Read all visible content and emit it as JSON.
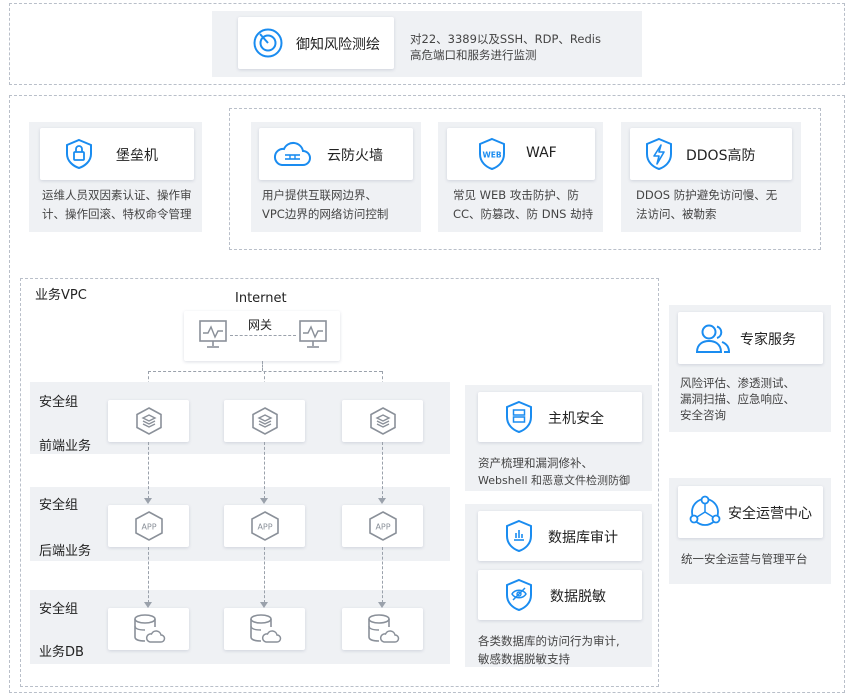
{
  "top": {
    "title": "御知风险测绘",
    "desc_lines": [
      "对22、3389以及SSH、RDP、Redis",
      "高危端口和服务进行监测"
    ]
  },
  "bastion": {
    "title": "堡垒机",
    "desc_lines": [
      "运维人员双因素认证、操作审",
      "计、操作回滚、特权命令管理"
    ]
  },
  "firewall": {
    "title": "云防火墙",
    "desc_lines": [
      "用户提供互联网边界、",
      "VPC边界的网络访问控制"
    ]
  },
  "waf": {
    "title": "WAF",
    "icon_text": "WEB",
    "desc_lines": [
      "常见 WEB 攻击防护、防",
      "CC、防篡改、防 DNS 劫持"
    ]
  },
  "ddos": {
    "title": "DDOS高防",
    "desc_lines": [
      "DDOS 防护避免访问慢、无",
      "法访问、被勒索"
    ]
  },
  "vpc": {
    "title": "业务VPC",
    "internet": "Internet",
    "gateway": "网关",
    "rows": [
      {
        "label1": "安全组",
        "label2": "前端业务"
      },
      {
        "label1": "安全组",
        "label2": "后端业务"
      },
      {
        "label1": "安全组",
        "label2": "业务DB"
      }
    ],
    "app_text": "APP"
  },
  "host": {
    "title": "主机安全",
    "desc_lines": [
      "资产梳理和漏洞修补、",
      "Webshell 和恶意文件检测防御"
    ]
  },
  "db": {
    "audit_title": "数据库审计",
    "mask_title": "数据脱敏",
    "desc_lines": [
      "各类数据库的访问行为审计,",
      "敏感数据脱敏支持"
    ]
  },
  "expert": {
    "title": "专家服务",
    "desc_lines": [
      "风险评估、渗透测试、",
      "漏洞扫描、应急响应、",
      "安全咨询"
    ]
  },
  "soc": {
    "title": "安全运营中心",
    "desc_lines": [
      "统一安全运营与管理平台"
    ]
  },
  "colors": {
    "accent": "#1a8cf0",
    "icon_gray": "#8a9099",
    "bg_gray": "#eff1f4"
  }
}
